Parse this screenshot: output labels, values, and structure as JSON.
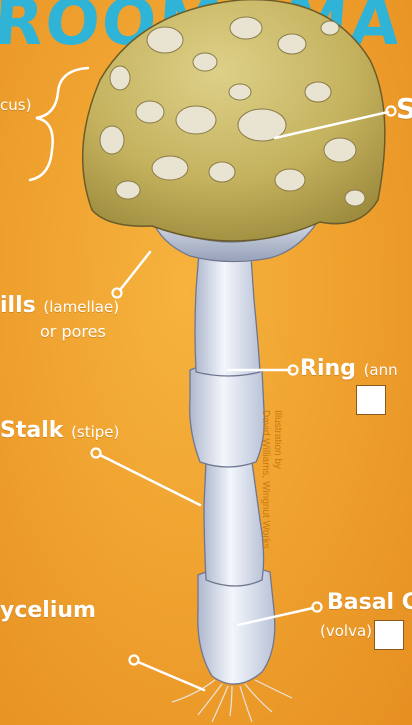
{
  "title": {
    "left": "ROOM",
    "right": "MA"
  },
  "labels": {
    "cap_suffix": "cus)",
    "cap_right": "S",
    "gills_main": "ills",
    "gills_sub": "(lamellae)",
    "gills_line2": "or pores",
    "ring_main": "Ring",
    "ring_sub": "(ann",
    "stalk_main": "Stalk",
    "stalk_sub": "(stipe)",
    "basal_main": "Basal C",
    "basal_sub": "(volva)",
    "mycelium": "ycelium"
  },
  "credit": {
    "line1": "Illustration by",
    "line2": "David Williams, Wingnut Works"
  },
  "colors": {
    "background": "#f0a330",
    "title": "#2fb3d6",
    "label_text": "#ffffff",
    "cap": "#c9b866",
    "stalk": "#e9eff8"
  }
}
